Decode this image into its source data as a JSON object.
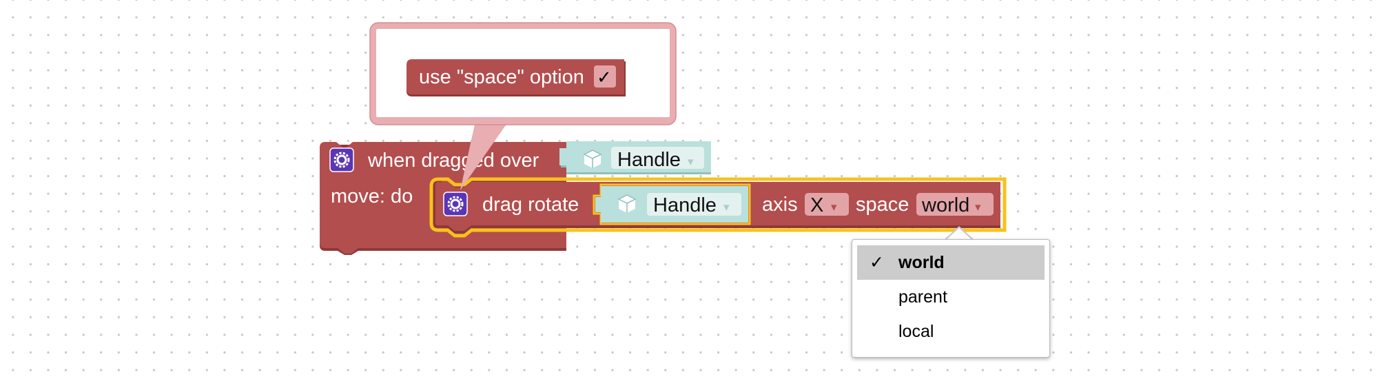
{
  "colors": {
    "event_block": "#b34e4e",
    "event_block_dark": "#8f3838",
    "object_block": "#b9e0dc",
    "object_block_dark": "#8fbfbb",
    "gear_icon_bg": "#5b35b5",
    "selection_outline": "#f9c21b",
    "comment_border": "#e8aeb2",
    "field_bg": "#e3a4a8"
  },
  "comment_bubble": {
    "option_label": "use \"space\" option",
    "checkbox_mark": "✓"
  },
  "event_block": {
    "label": "when dragged over",
    "object_name": "Handle",
    "statement_label": "move: do",
    "icon": "gear-icon"
  },
  "inner_block": {
    "label": "drag rotate",
    "object_name": "Handle",
    "axis_label": "axis",
    "axis_value": "X",
    "space_label": "space",
    "space_value": "world",
    "dropdown_arrow": "▾",
    "icon": "gear-icon",
    "object_icon": "cube-icon"
  },
  "dropdown_menu": {
    "items": [
      {
        "label": "world",
        "selected": true,
        "check": "✓"
      },
      {
        "label": "parent",
        "selected": false
      },
      {
        "label": "local",
        "selected": false
      }
    ]
  }
}
